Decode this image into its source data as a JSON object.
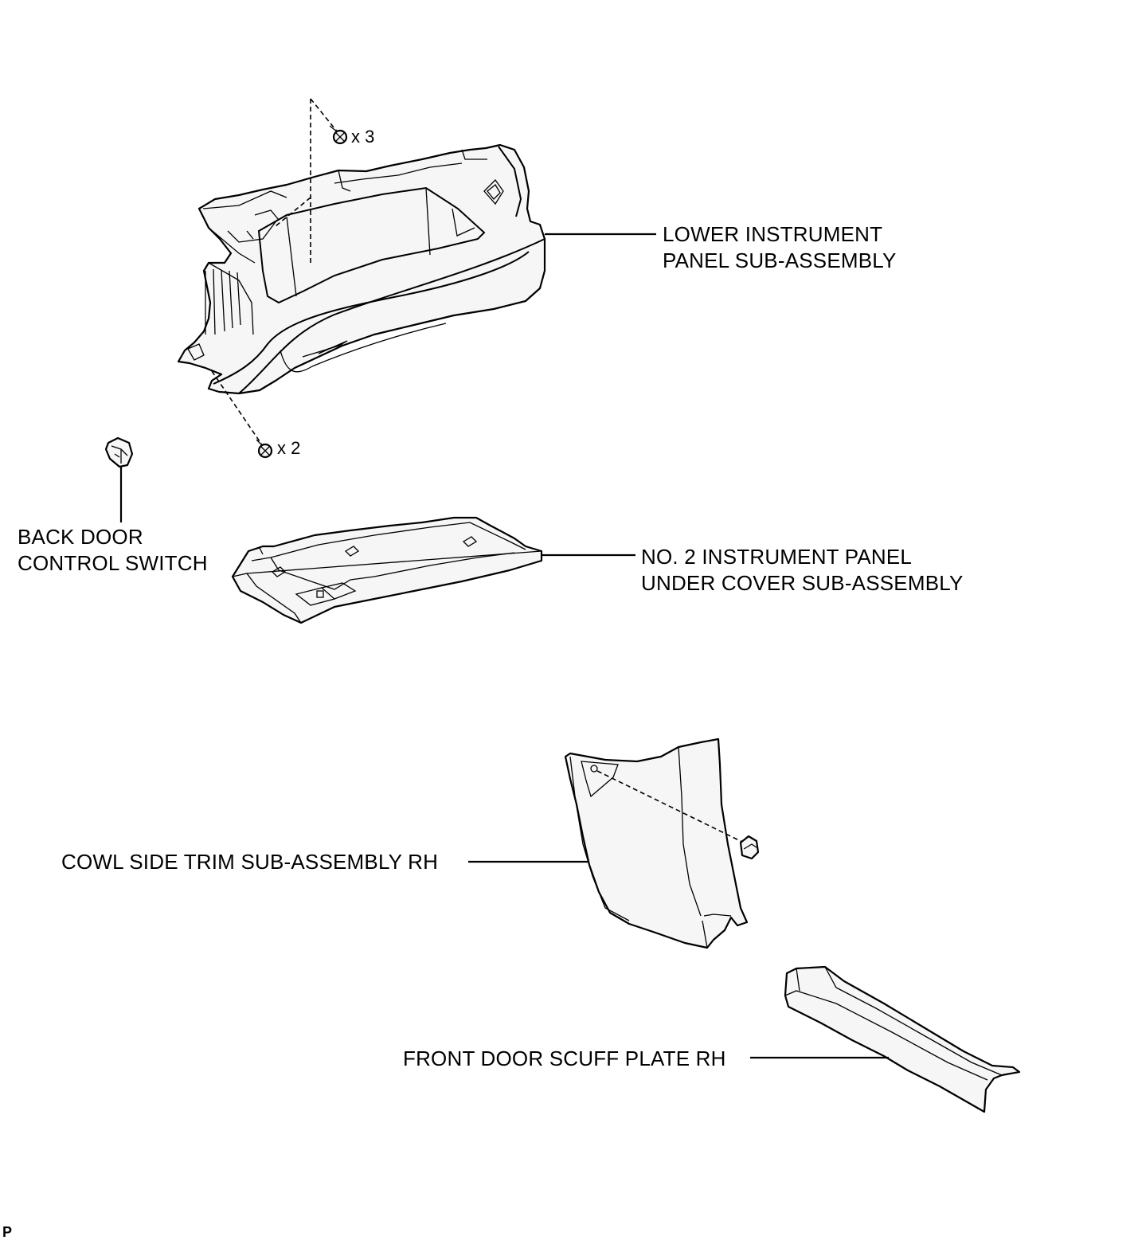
{
  "labels": {
    "lower_panel": [
      "LOWER INSTRUMENT",
      "PANEL SUB-ASSEMBLY"
    ],
    "back_door_switch": [
      "BACK DOOR",
      "CONTROL SWITCH"
    ],
    "under_cover": [
      "NO. 2 INSTRUMENT PANEL",
      "UNDER COVER SUB-ASSEMBLY"
    ],
    "cowl_trim": "COWL SIDE TRIM SUB-ASSEMBLY RH",
    "scuff_plate": "FRONT DOOR SCUFF PLATE RH"
  },
  "quantities": {
    "upper_screws": "x 3",
    "lower_screws": "x 2"
  },
  "corner_code": "P"
}
